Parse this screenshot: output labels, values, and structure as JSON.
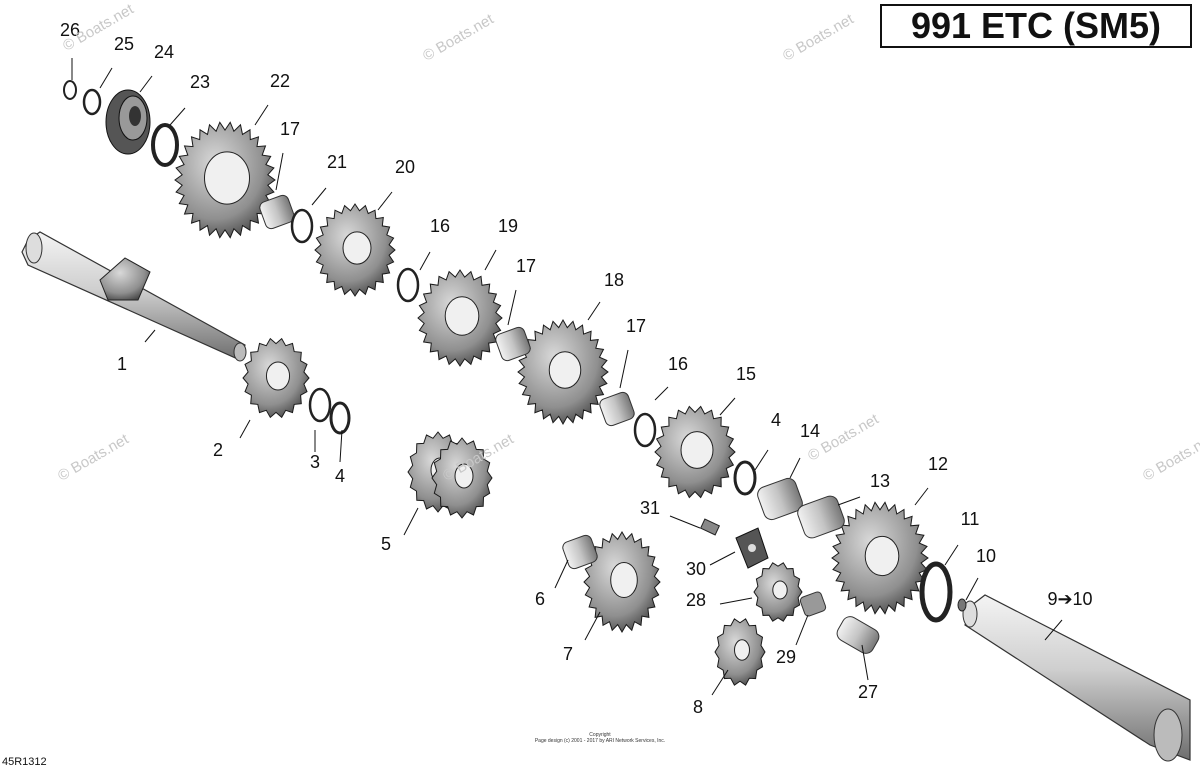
{
  "title": "991 ETC (SM5)",
  "reference_code": "45R1312",
  "copyright": {
    "line1": "Copyright",
    "line2": "Page design (c) 2001 - 2017 by ARI Network Services, Inc."
  },
  "watermark": "© Boats.net",
  "callouts": [
    {
      "id": "c1",
      "text": "1"
    },
    {
      "id": "c2",
      "text": "2"
    },
    {
      "id": "c3",
      "text": "3"
    },
    {
      "id": "c4a",
      "text": "4"
    },
    {
      "id": "c4b",
      "text": "4"
    },
    {
      "id": "c5",
      "text": "5"
    },
    {
      "id": "c6",
      "text": "6"
    },
    {
      "id": "c7",
      "text": "7"
    },
    {
      "id": "c8",
      "text": "8"
    },
    {
      "id": "c9",
      "text": "9➔10"
    },
    {
      "id": "c10",
      "text": "10"
    },
    {
      "id": "c11",
      "text": "11"
    },
    {
      "id": "c12",
      "text": "12"
    },
    {
      "id": "c13",
      "text": "13"
    },
    {
      "id": "c14",
      "text": "14"
    },
    {
      "id": "c15",
      "text": "15"
    },
    {
      "id": "c16a",
      "text": "16"
    },
    {
      "id": "c16b",
      "text": "16"
    },
    {
      "id": "c17a",
      "text": "17"
    },
    {
      "id": "c17b",
      "text": "17"
    },
    {
      "id": "c17c",
      "text": "17"
    },
    {
      "id": "c18",
      "text": "18"
    },
    {
      "id": "c19",
      "text": "19"
    },
    {
      "id": "c20",
      "text": "20"
    },
    {
      "id": "c21",
      "text": "21"
    },
    {
      "id": "c22",
      "text": "22"
    },
    {
      "id": "c23",
      "text": "23"
    },
    {
      "id": "c24",
      "text": "24"
    },
    {
      "id": "c25",
      "text": "25"
    },
    {
      "id": "c26",
      "text": "26"
    },
    {
      "id": "c27",
      "text": "27"
    },
    {
      "id": "c28",
      "text": "28"
    },
    {
      "id": "c29",
      "text": "29"
    },
    {
      "id": "c30",
      "text": "30"
    },
    {
      "id": "c31",
      "text": "31"
    }
  ]
}
